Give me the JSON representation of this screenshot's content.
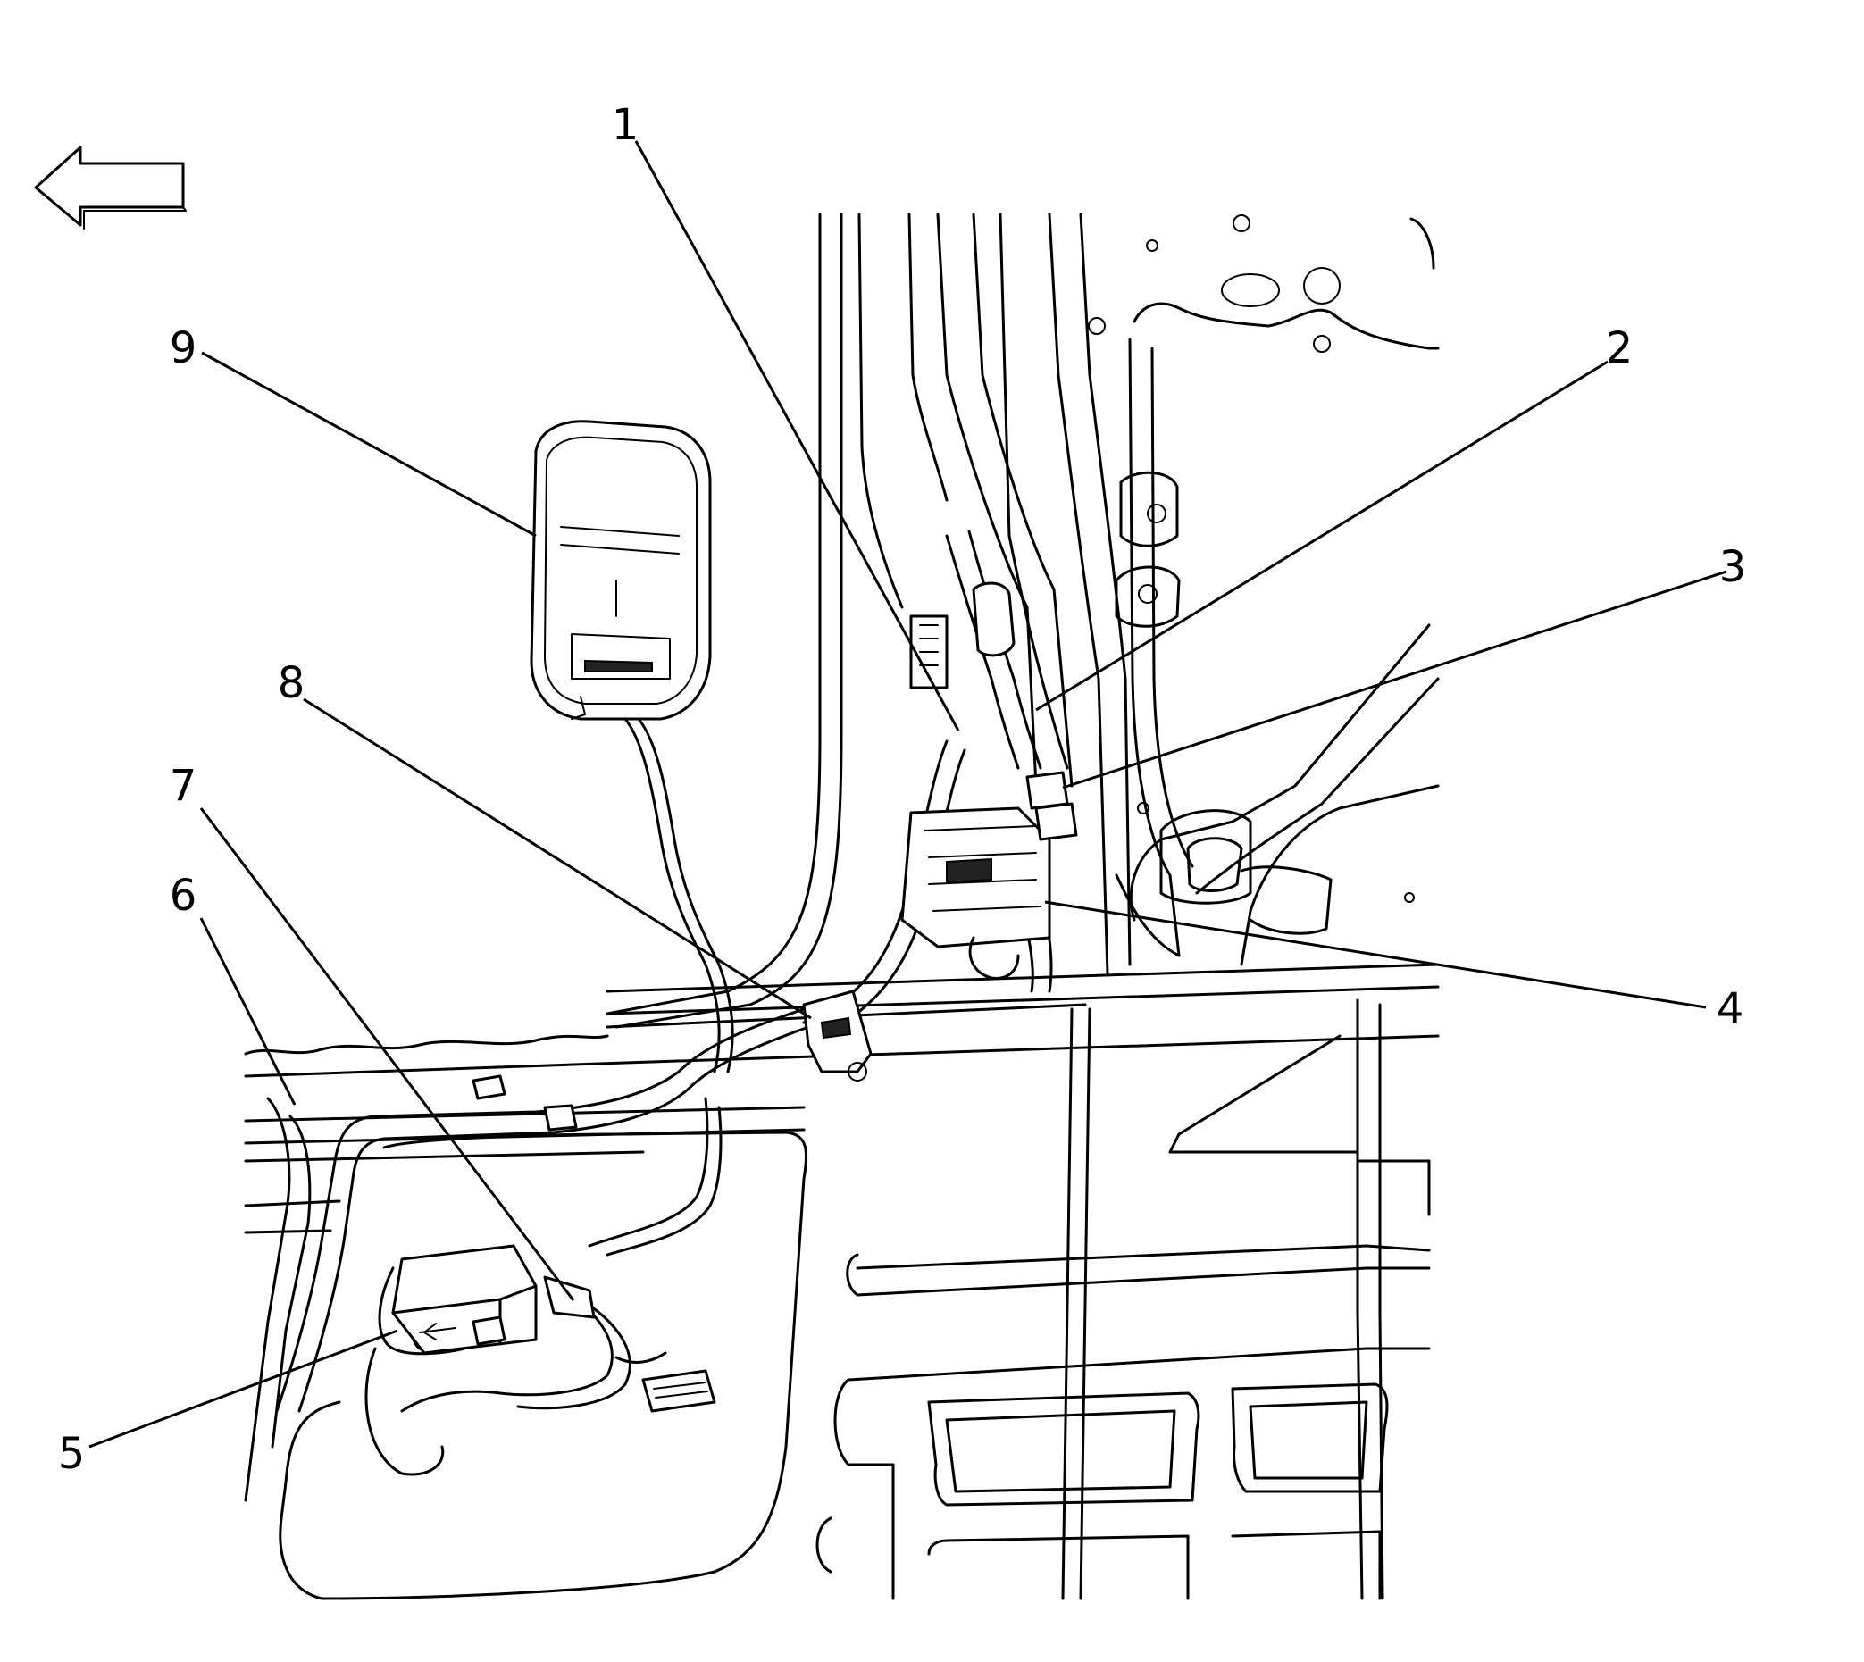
{
  "diagram": {
    "callouts": [
      {
        "id": "1",
        "label": "1"
      },
      {
        "id": "2",
        "label": "2"
      },
      {
        "id": "3",
        "label": "3"
      },
      {
        "id": "4",
        "label": "4"
      },
      {
        "id": "5",
        "label": "5"
      },
      {
        "id": "6",
        "label": "6"
      },
      {
        "id": "7",
        "label": "7"
      },
      {
        "id": "8",
        "label": "8"
      },
      {
        "id": "9",
        "label": "9"
      }
    ],
    "colors": {
      "line": "#000000",
      "background": "#ffffff"
    },
    "icons": {
      "orientation": "left-arrow-icon"
    }
  }
}
